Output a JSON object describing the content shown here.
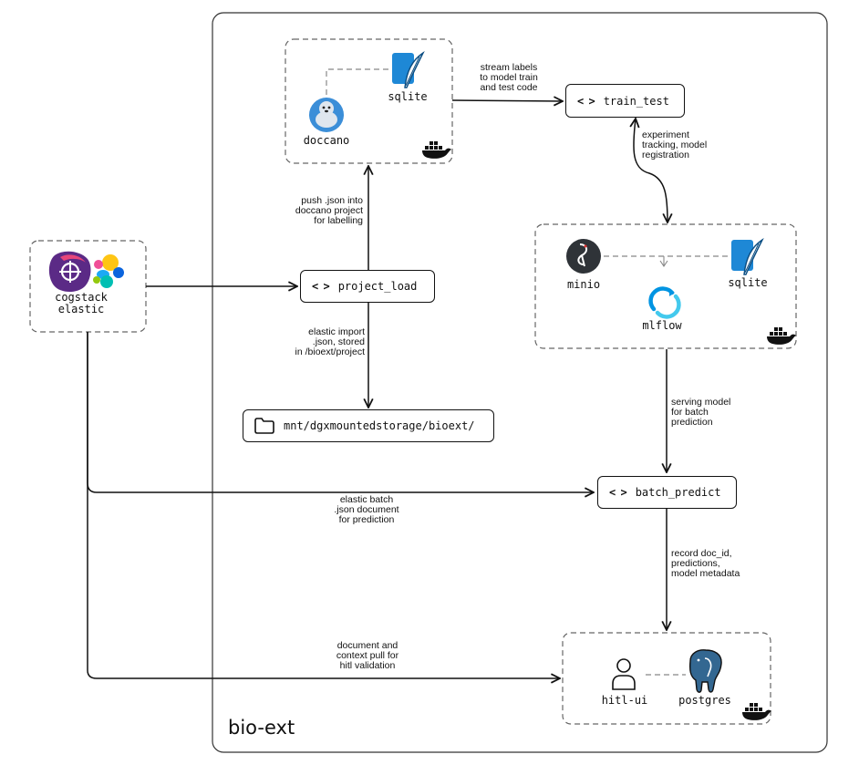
{
  "region": {
    "title": "bio-ext"
  },
  "source": {
    "lines": [
      "cogstack",
      "elastic"
    ]
  },
  "nodes": {
    "train_test": "train_test",
    "project_load": "project_load",
    "batch_predict": "batch_predict",
    "storage": "mnt/dgxmountedstorage/bioext/"
  },
  "services": {
    "doccano": "doccano",
    "sqlite_top": "sqlite",
    "minio": "minio",
    "mlflow": "mlflow",
    "sqlite_ml": "sqlite",
    "hitl_ui": "hitl-ui",
    "postgres": "postgres"
  },
  "edge_labels": {
    "stream": [
      "stream labels",
      "to model train",
      "and test code"
    ],
    "experiment": [
      "experiment",
      "tracking, model",
      "registration"
    ],
    "push": [
      "push .json into",
      "doccano project",
      "for labelling"
    ],
    "elastic_import": [
      "elastic import",
      ".json, stored",
      "in /bioext/project"
    ],
    "serving": [
      "serving model",
      "for batch",
      "prediction"
    ],
    "elastic_batch": [
      "elastic batch",
      ".json document",
      "for prediction"
    ],
    "record": [
      "record doc_id,",
      "predictions,",
      "model metadata"
    ],
    "context_pull": [
      "document and",
      "context pull for",
      "hitl validation"
    ]
  },
  "icons": {
    "code": "code-brackets-icon",
    "folder": "folder-icon",
    "docker": "docker-whale-icon",
    "sqlite": "sqlite-feather-icon",
    "doccano": "doccano-seal-icon",
    "minio": "minio-flamingo-icon",
    "mlflow": "mlflow-icon",
    "user": "user-icon",
    "postgres": "postgres-elephant-icon",
    "cogstack": "cogstack-logo-icon",
    "elastic": "elastic-logo-icon"
  },
  "colors": {
    "stroke": "#111111",
    "dashed": "#555555",
    "sqlite_blue": "#1e88d6",
    "mlflow_blue": "#0194e2",
    "postgres_blue": "#336791",
    "cogstack_purple": "#5b2a86",
    "cogstack_pink": "#e8457a"
  }
}
